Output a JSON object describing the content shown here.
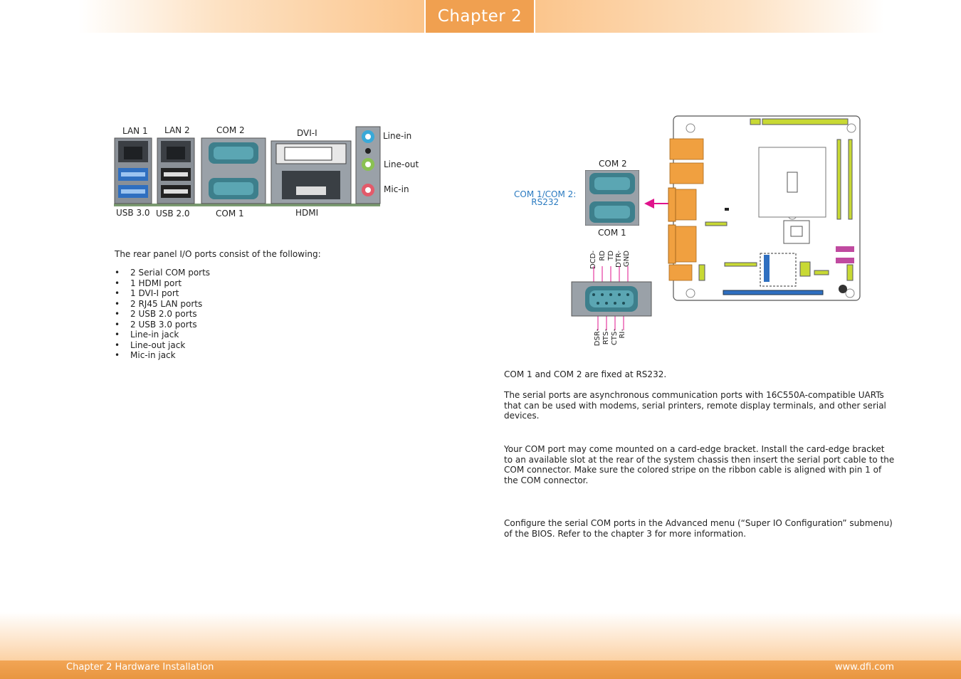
{
  "header": {
    "chapter_tab": "Chapter 2"
  },
  "rear_panel": {
    "labels": {
      "lan1": "LAN 1",
      "lan2": "LAN 2",
      "com2": "COM 2",
      "dvi": "DVI-I",
      "line_in": "Line-in",
      "line_out": "Line-out",
      "mic_in": "Mic-in",
      "usb30": "USB 3.0",
      "usb20": "USB 2.0",
      "com1": "COM 1",
      "hdmi": "HDMI"
    },
    "intro": "The rear panel I/O ports consist of the following:",
    "items": [
      "2 Serial COM ports",
      "1 HDMI port",
      "1 DVI-I port",
      "2 RJ45 LAN ports",
      "2 USB 2.0 ports",
      "2 USB 3.0 ports",
      "Line-in jack",
      "Line-out jack",
      "Mic-in jack"
    ]
  },
  "com_diagram": {
    "com2_label": "COM 2",
    "com1_label": "COM 1",
    "callout_line1": "COM 1/COM 2:",
    "callout_line2": "RS232",
    "top_pins": [
      "DCD-",
      "RD",
      "TD",
      "DTR-",
      "GND"
    ],
    "bottom_pins": [
      "DSR-",
      "RTS-",
      "CTS-",
      "RI-"
    ]
  },
  "com_text": {
    "p1": "COM 1 and COM 2 are fixed at RS232.",
    "p2": "The serial ports are asynchronous communication ports with 16C550A-compatible UARTs that can be used with modems, serial printers, remote display terminals, and other serial devices.",
    "p3": "Your COM port may come mounted on a card-edge bracket. Install the card-edge bracket to an available slot at the rear of the system chassis then insert the serial port cable to the COM connector. Make sure the colored stripe on the ribbon cable is aligned with pin 1 of the COM connector.",
    "p4": "Configure the serial COM ports in the Advanced menu (“Super IO Configuration” submenu) of the BIOS. Refer to the chapter 3 for more information."
  },
  "footer": {
    "left": "Chapter 2 Hardware Installation",
    "right": "www.dfi.com"
  },
  "colors": {
    "accent": "#f0a050",
    "callout_blue": "#2a7ac0",
    "arrow": "#e0138c"
  }
}
